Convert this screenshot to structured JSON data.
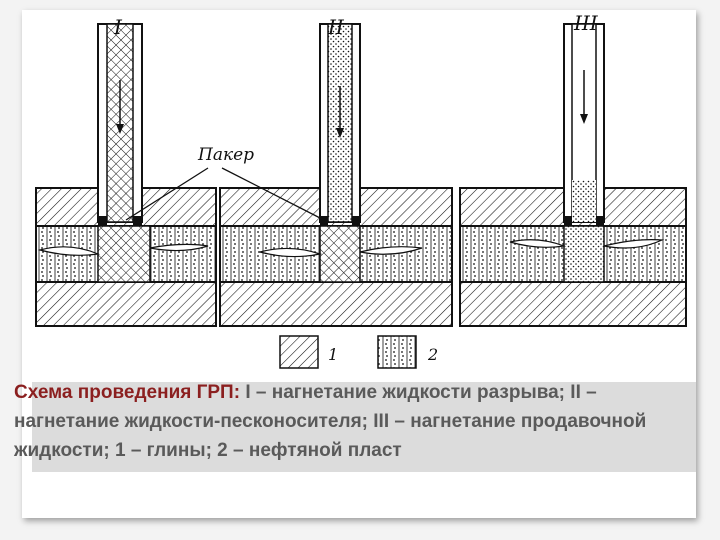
{
  "diagram": {
    "stage_labels": [
      "I",
      "II",
      "III"
    ],
    "packer_label": "Пакер",
    "legend": [
      {
        "number": "1",
        "pattern": "diagonal-hatch"
      },
      {
        "number": "2",
        "pattern": "dotted-vertical-hatch"
      }
    ],
    "colors": {
      "ink": "#111111",
      "background": "#ffffff"
    }
  },
  "caption": {
    "accent_text": "Схема проведения ГРП:",
    "body_text": " I – нагнетание жидкости разрыва; II – нагнетание жидкости-песконосителя; III – нагнетание продавочной жидкости; 1 – глины; 2 – нефтяной пласт",
    "accent_color": "#8b1f1f",
    "text_color": "#5a5a5a"
  }
}
